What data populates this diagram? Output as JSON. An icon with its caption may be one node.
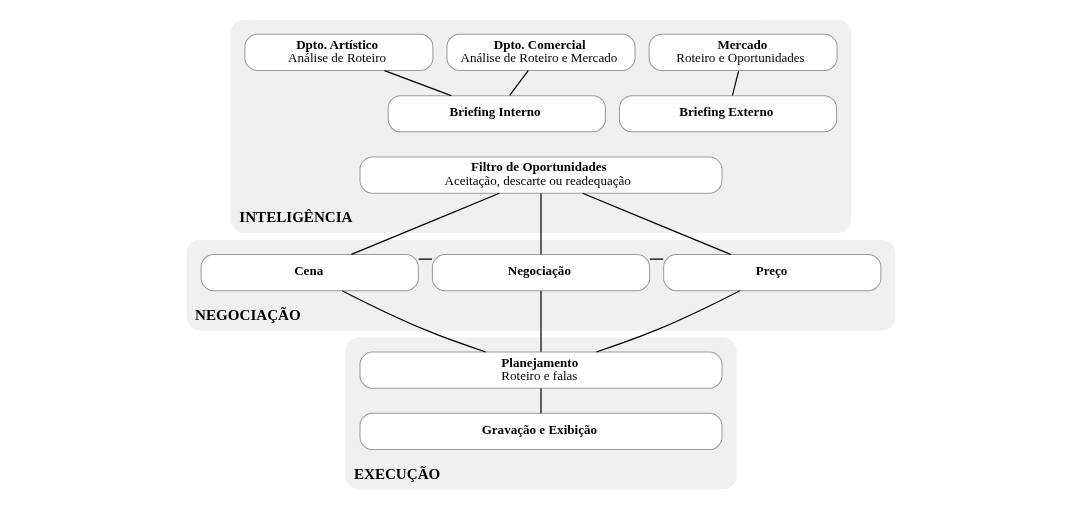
{
  "diagram": {
    "nodes": [
      {
        "text": [
          "INTELIGÊNCIA"
        ]
      },
      {
        "text": [
          "Dpto. Artístico",
          "Análise de Roteiro"
        ],
        "in": 0
      },
      {
        "text": [
          "Dpto. Comercial",
          "Análise de Roteiro e Mercado"
        ],
        "in": 0
      },
      {
        "text": [
          "Mercado",
          "Roteiro e Oportunidades"
        ],
        "in": 0
      },
      {
        "text": [
          "Briefing Interno"
        ],
        "in": 0
      },
      {
        "text": [
          "Briefing Externo"
        ],
        "in": 0
      },
      {
        "text": [
          "Filtro de Oportunidades",
          "Aceitação, descarte ou readequação"
        ],
        "in": 0
      },
      {
        "text": [
          "NEGOCIAÇÃO"
        ]
      },
      {
        "text": [
          "Cena"
        ],
        "in": 7
      },
      {
        "text": [
          "Negociação"
        ],
        "in": 7
      },
      {
        "text": [
          "Preço"
        ],
        "in": 7
      },
      {
        "text": [
          "EXECUÇÃO"
        ]
      },
      {
        "text": [
          "Planejamento",
          "Roteiro e falas"
        ],
        "in": 11
      },
      {
        "text": [
          "Gravação e Exibição"
        ],
        "in": 11
      }
    ],
    "edges": [
      {
        "from": 1,
        "to": 4,
        "arrow": "none"
      },
      {
        "from": 2,
        "to": 4,
        "arrow": "none"
      },
      {
        "from": 3,
        "to": 5,
        "arrow": "none"
      },
      {
        "from": 6,
        "to": 8,
        "arrow": "none"
      },
      {
        "from": 6,
        "to": 9,
        "arrow": "none"
      },
      {
        "from": 6,
        "to": 10,
        "arrow": "none"
      },
      {
        "from": 8,
        "to": 9,
        "arrow": "none"
      },
      {
        "from": 9,
        "to": 10,
        "arrow": "none"
      },
      {
        "from": 8,
        "to": 12,
        "arrow": "none"
      },
      {
        "from": 9,
        "to": 12,
        "arrow": "none"
      },
      {
        "from": 10,
        "to": 12,
        "arrow": "none"
      },
      {
        "from": 12,
        "to": 13,
        "arrow": "none"
      }
    ]
  }
}
